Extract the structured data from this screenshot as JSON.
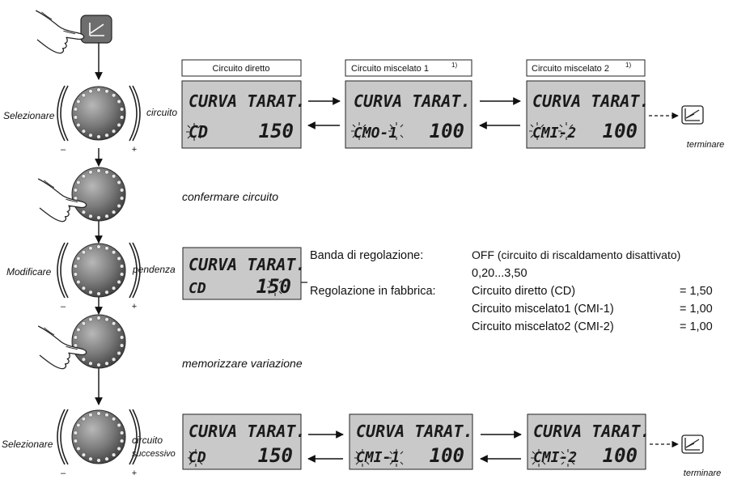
{
  "steps": {
    "select_circuit": {
      "left": "Selezionare",
      "right": "circuito"
    },
    "confirm": "confermare circuito",
    "modify": {
      "left": "Modificare",
      "right": "pendenza"
    },
    "memorize": "memorizzare variazione",
    "select_next": {
      "left": "Selezionare",
      "right_line1": "circuito",
      "right_line2": "successivo"
    }
  },
  "dial": {
    "minus": "–",
    "plus": "+"
  },
  "circuits": [
    {
      "header": "Circuito diretto",
      "footnote": "",
      "line1": "CURVA TARAT.",
      "code": "CD",
      "value": "150"
    },
    {
      "header": "Circuito miscelato 1",
      "footnote": "1)",
      "line1": "CURVA TARAT.",
      "code": "CMO-1",
      "value": "100"
    },
    {
      "header": "Circuito miscelato 2",
      "footnote": "1)",
      "line1": "CURVA TARAT.",
      "code": "CMI-2",
      "value": "100"
    }
  ],
  "edit_display": {
    "line1": "CURVA TARAT.",
    "code": "CD",
    "value": "150"
  },
  "bottom_displays": [
    {
      "line1": "CURVA TARAT.",
      "code": "CD",
      "value": "150"
    },
    {
      "line1": "CURVA TARAT.",
      "code": "CMI-1",
      "value": "100"
    },
    {
      "line1": "CURVA TARAT.",
      "code": "CMI-2",
      "value": "100"
    }
  ],
  "end_label": "terminare",
  "info": {
    "range_label": "Banda di regolazione:",
    "range_line1": "OFF (circuito di riscaldamento disattivato)",
    "range_line2": "0,20...3,50",
    "factory_label": "Regolazione in fabbrica:",
    "factory_rows": [
      {
        "name": "Circuito diretto (CD)",
        "value": "= 1,50"
      },
      {
        "name": "Circuito miscelato1 (CMI-1)",
        "value": "= 1,00"
      },
      {
        "name": "Circuito miscelato2 (CMI-2)",
        "value": "= 1,00"
      }
    ]
  },
  "colors": {
    "lcd_bg": "#c9c9c9",
    "knob_dark": "#5a5a5a",
    "knob_light": "#a8a8a8",
    "icon_bg": "#6e6e6e"
  },
  "icons": [
    "hand-pointer-icon",
    "curve-key-icon",
    "rotary-knob-icon",
    "flashing-segment-icon"
  ]
}
